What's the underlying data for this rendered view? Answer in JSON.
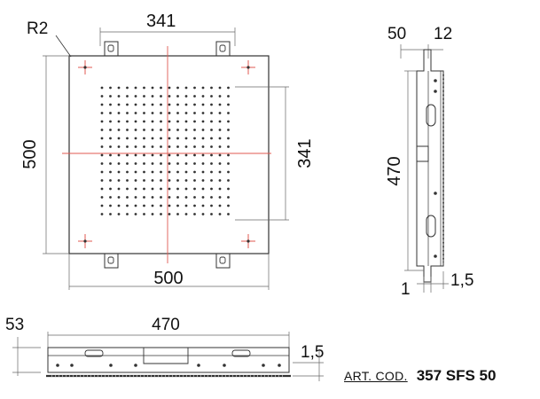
{
  "front_view": {
    "radius_label": "R2",
    "width_label": "500",
    "height_label": "500",
    "nozzle_width_label": "341",
    "nozzle_height_label": "341"
  },
  "side_view": {
    "depth_label": "50",
    "flange_label": "12",
    "height_label": "470",
    "offset_label": "1",
    "thickness_label": "1,5"
  },
  "bottom_view": {
    "height_label": "53",
    "length_label": "470",
    "thickness_label": "1,5"
  },
  "article": {
    "prefix": "ART. COD.",
    "code": "357 SFS 50"
  },
  "colors": {
    "centerline": "#e05a52",
    "outline": "#333333",
    "dimension": "#666666"
  }
}
